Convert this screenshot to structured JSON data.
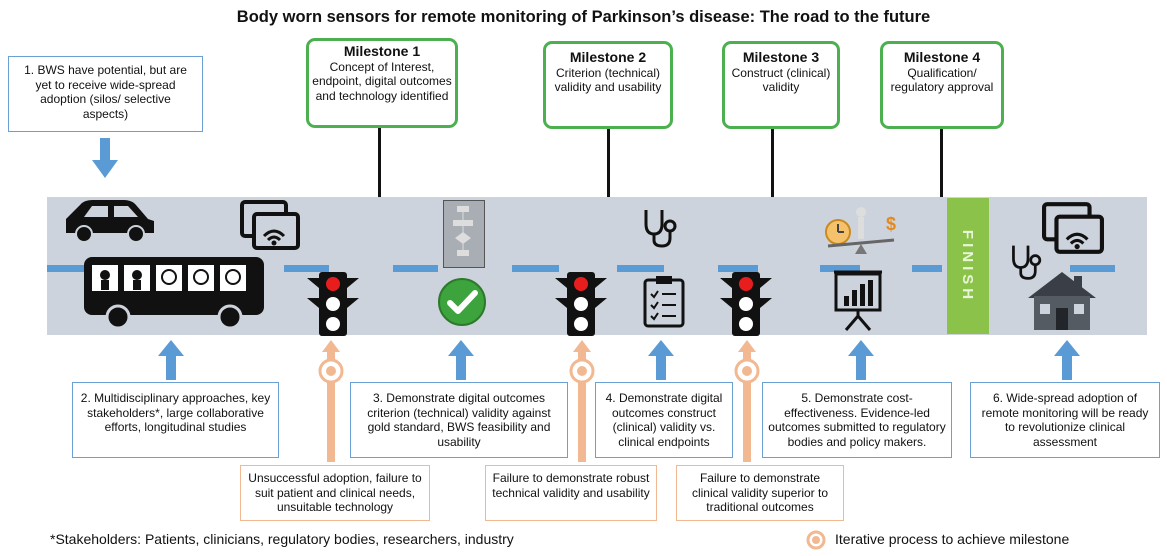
{
  "title": "Body worn sensors for remote monitoring of Parkinson’s disease: The road to the future",
  "milestones": [
    {
      "title": "Milestone 1",
      "text": "Concept of Interest, endpoint, digital outcomes and technology identified"
    },
    {
      "title": "Milestone 2",
      "text": "Criterion (technical) validity and usability"
    },
    {
      "title": "Milestone 3",
      "text": "Construct (clinical) validity"
    },
    {
      "title": "Milestone 4",
      "text": "Qualification/ regulatory approval"
    }
  ],
  "steps": [
    "1. BWS have potential, but are yet to receive wide-spread adoption (silos/ selective aspects)",
    "2. Multidisciplinary approaches, key stakeholders*, large collaborative efforts, longitudinal studies",
    "3. Demonstrate digital outcomes criterion (technical) validity against gold standard, BWS feasibility and usability",
    "4. Demonstrate digital outcomes construct (clinical) validity vs. clinical endpoints",
    "5. Demonstrate cost-effectiveness. Evidence-led outcomes submitted to regulatory bodies and policy makers.",
    "6. Wide-spread adoption of remote monitoring will be ready to revolutionize clinical assessment"
  ],
  "failures": [
    "Unsuccessful adoption, failure to suit patient and clinical needs, unsuitable technology",
    "Failure to demonstrate robust technical validity and usability",
    "Failure to demonstrate clinical validity  superior to traditional outcomes"
  ],
  "finish_label": "FINISH",
  "footnote": "*Stakeholders: Patients, clinicians, regulatory bodies, researchers, industry",
  "legend": "Iterative process to achieve milestone",
  "colors": {
    "blue": "#5b9bd5",
    "green": "#4cb050",
    "orange": "#f2b892",
    "road": "#cdd3dc",
    "red": "#e81e1e"
  }
}
